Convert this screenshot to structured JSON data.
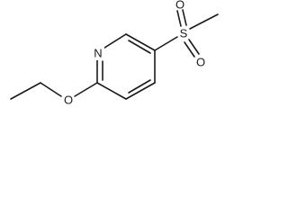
{
  "molecule": {
    "atoms": {
      "nitrogen": "N",
      "ether_oxygen": "O",
      "sulfur": "S",
      "sulfonyl_oxygen_top": "O",
      "sulfonyl_oxygen_bottom": "O"
    }
  },
  "colors": {
    "bond": "#1a1a1a",
    "label": "#1a1a1a",
    "background": "#ffffff"
  }
}
